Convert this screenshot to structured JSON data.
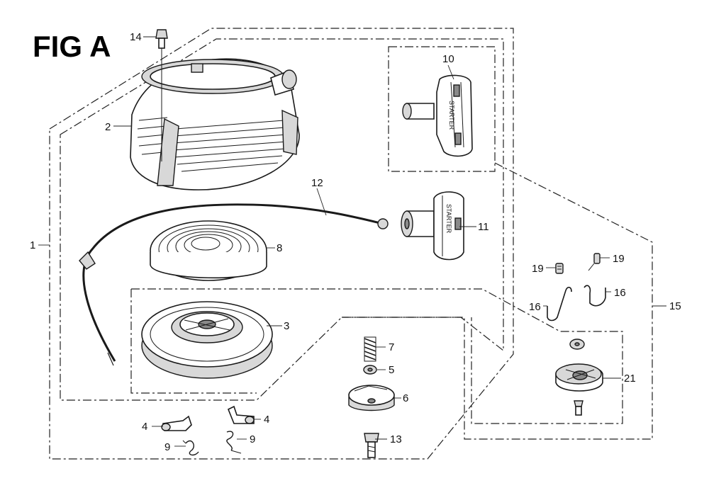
{
  "figure": {
    "title": "FIG A"
  },
  "callouts": {
    "c1": "1",
    "c2": "2",
    "c3": "3",
    "c4a": "4",
    "c4b": "4",
    "c5": "5",
    "c6": "6",
    "c7": "7",
    "c8": "8",
    "c9a": "9",
    "c9b": "9",
    "c10": "10",
    "c11": "11",
    "c12": "12",
    "c13": "13",
    "c14": "14",
    "c15": "15",
    "c16a": "16",
    "c16b": "16",
    "c19a": "19",
    "c19b": "19",
    "c21": "21"
  },
  "handle_text": {
    "h10": "STARTER",
    "h11": "STARTER"
  }
}
